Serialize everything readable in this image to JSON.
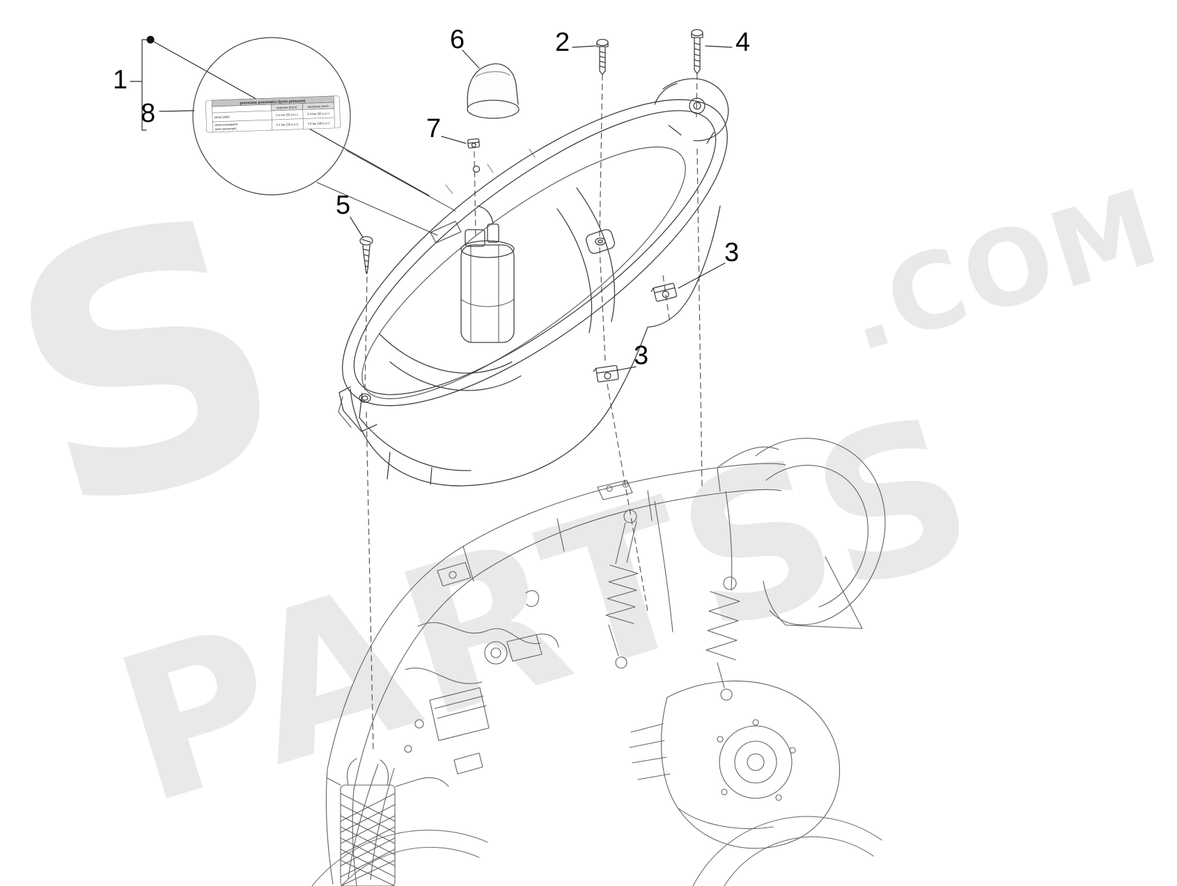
{
  "watermark": {
    "s": "S",
    "main": "PARTSS",
    "suffix": ".COM",
    "color": "#e9e9e9"
  },
  "callouts": {
    "n1": "1",
    "n2": "2",
    "n3": "3",
    "n4": "4",
    "n5": "5",
    "n6": "6",
    "n7": "7",
    "n8": "8"
  },
  "pressure_label": {
    "title": "pressione pneumatici (tyres pressure)",
    "col_front": "anteriore (front)",
    "col_rear": "posteriore (rear)",
    "row1_label": "pilota (pilot)",
    "row1_front": "2.2 bar (32 p.s.i.)",
    "row1_rear": "2.4 bar (35 p.s.i.)",
    "row2_label_line1": "pilota+passeggero",
    "row2_label_line2": "(pilot+passenger)",
    "row2_front": "2.2 bar (32 p.s.i.)",
    "row2_rear": "2.6 bar (38 p.s.i.)"
  }
}
